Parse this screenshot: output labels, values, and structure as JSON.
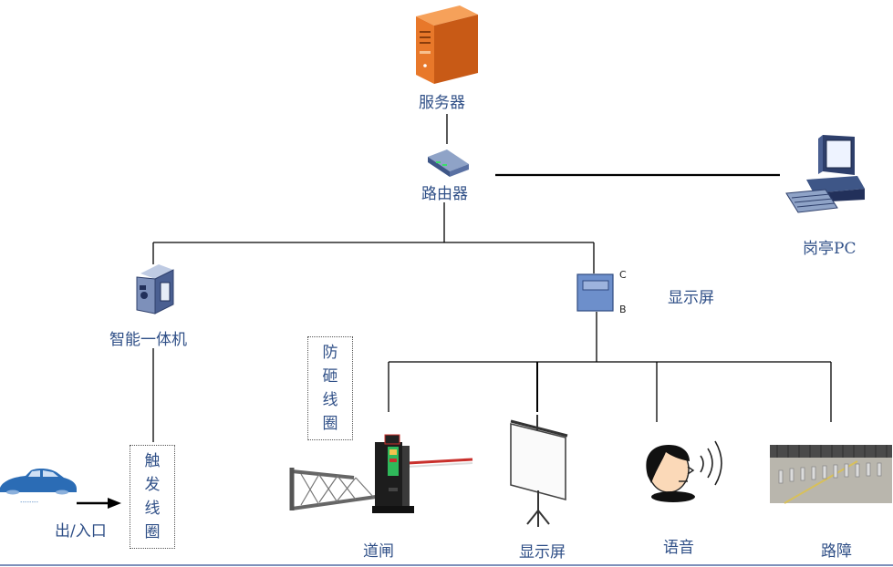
{
  "nodes": {
    "server": "服务器",
    "router": "路由器",
    "booth_pc": "岗亭PC",
    "smart_unit": "智能一体机",
    "display_controller": "显示屏",
    "port_c": "C",
    "port_b": "B",
    "anti_smash_coil": [
      "防",
      "砸",
      "线",
      "圈"
    ],
    "trigger_coil": [
      "触",
      "发",
      "线",
      "圈"
    ],
    "entrance_exit": "出/入口",
    "gate": "道闸",
    "display_screen": "显示屏",
    "voice": "语音",
    "road_barrier": "路障"
  },
  "colors": {
    "server_orange": "#e8782a",
    "device_blue": "#6d8fcb",
    "label_blue": "#2f4f87",
    "car_blue": "#2b6cb5",
    "gate_red": "#c9302c"
  }
}
